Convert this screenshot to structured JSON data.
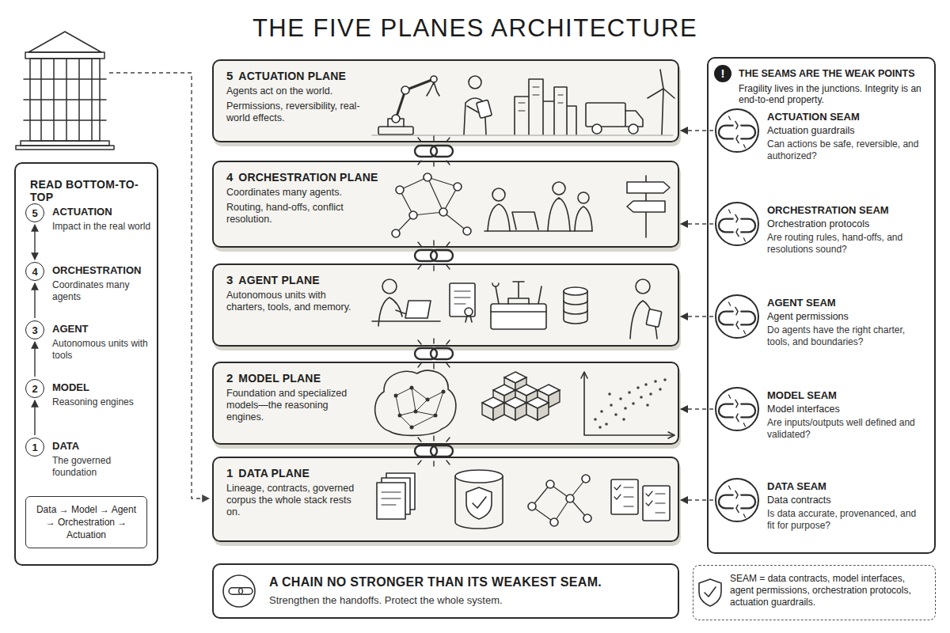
{
  "diagram": {
    "title": "THE FIVE PLANES ARCHITECTURE",
    "nodes": [
      {
        "text": [
          "READ BOTTOM-TO-TOP"
        ]
      },
      {
        "text": [
          "5",
          "ACTUATION",
          "Impact in the real world"
        ],
        "in": 0
      },
      {
        "text": [
          "4",
          "ORCHESTRATION",
          "Coordinates many agents"
        ],
        "in": 0
      },
      {
        "text": [
          "3",
          "AGENT",
          "Autonomous units with tools"
        ],
        "in": 0
      },
      {
        "text": [
          "2",
          "MODEL",
          "Reasoning engines"
        ],
        "in": 0
      },
      {
        "text": [
          "1",
          "DATA",
          "The governed foundation"
        ],
        "in": 0
      },
      {
        "text": [
          "Data → Model → Agent → Orchestration → Actuation"
        ],
        "in": 0
      },
      {
        "text": [
          "5",
          "ACTUATION PLANE",
          "Agents act on the world.",
          "Permissions, reversibility, real-world effects."
        ]
      },
      {
        "text": [
          "4",
          "ORCHESTRATION PLANE",
          "Coordinates many agents.",
          "Routing, hand-offs, conflict resolution."
        ]
      },
      {
        "text": [
          "3",
          "AGENT PLANE",
          "Autonomous units with charters, tools, and memory."
        ]
      },
      {
        "text": [
          "2",
          "MODEL PLANE",
          "Foundation and specialized models—the reasoning engines."
        ]
      },
      {
        "text": [
          "1",
          "DATA PLANE",
          "Lineage, contracts, governed corpus the whole stack rests on."
        ]
      },
      {
        "text": [
          "THE SEAMS ARE THE WEAK POINTS",
          "Fragility lives in the junctions. Integrity is an end-to-end property."
        ]
      },
      {
        "text": [
          "ACTUATION SEAM",
          "Actuation guardrails",
          "Can actions be safe, reversible, and authorized?"
        ],
        "in": 12
      },
      {
        "text": [
          "ORCHESTRATION SEAM",
          "Orchestration protocols",
          "Are routing rules, hand-offs, and resolutions sound?"
        ],
        "in": 12
      },
      {
        "text": [
          "AGENT SEAM",
          "Agent permissions",
          "Do agents have the right charter, tools, and boundaries?"
        ],
        "in": 12
      },
      {
        "text": [
          "MODEL SEAM",
          "Model interfaces",
          "Are inputs/outputs well defined and validated?"
        ],
        "in": 12
      },
      {
        "text": [
          "DATA SEAM",
          "Data contracts",
          "Is data accurate, provenanced, and fit for purpose?"
        ],
        "in": 12
      },
      {
        "text": [
          "A CHAIN NO STRONGER THAN ITS WEAKEST SEAM.",
          "Strengthen the handoffs. Protect the whole system."
        ]
      },
      {
        "text": [
          "SEAM = data contracts, model interfaces, agent permissions, orchestration protocols, actuation guardrails."
        ]
      }
    ],
    "edges": [
      {
        "from": 5,
        "to": 4,
        "arrow": "to"
      },
      {
        "from": 4,
        "to": 3,
        "arrow": "to"
      },
      {
        "from": 3,
        "to": 2,
        "arrow": "to"
      },
      {
        "from": 2,
        "to": 1,
        "arrow": "both"
      },
      {
        "from": 13,
        "to": 7,
        "arrow": "to"
      },
      {
        "from": 14,
        "to": 8,
        "arrow": "to"
      },
      {
        "from": 15,
        "to": 9,
        "arrow": "to"
      },
      {
        "from": 16,
        "to": 10,
        "arrow": "to"
      },
      {
        "from": 17,
        "to": 11,
        "arrow": "to"
      }
    ],
    "labels": [
      "!"
    ]
  }
}
